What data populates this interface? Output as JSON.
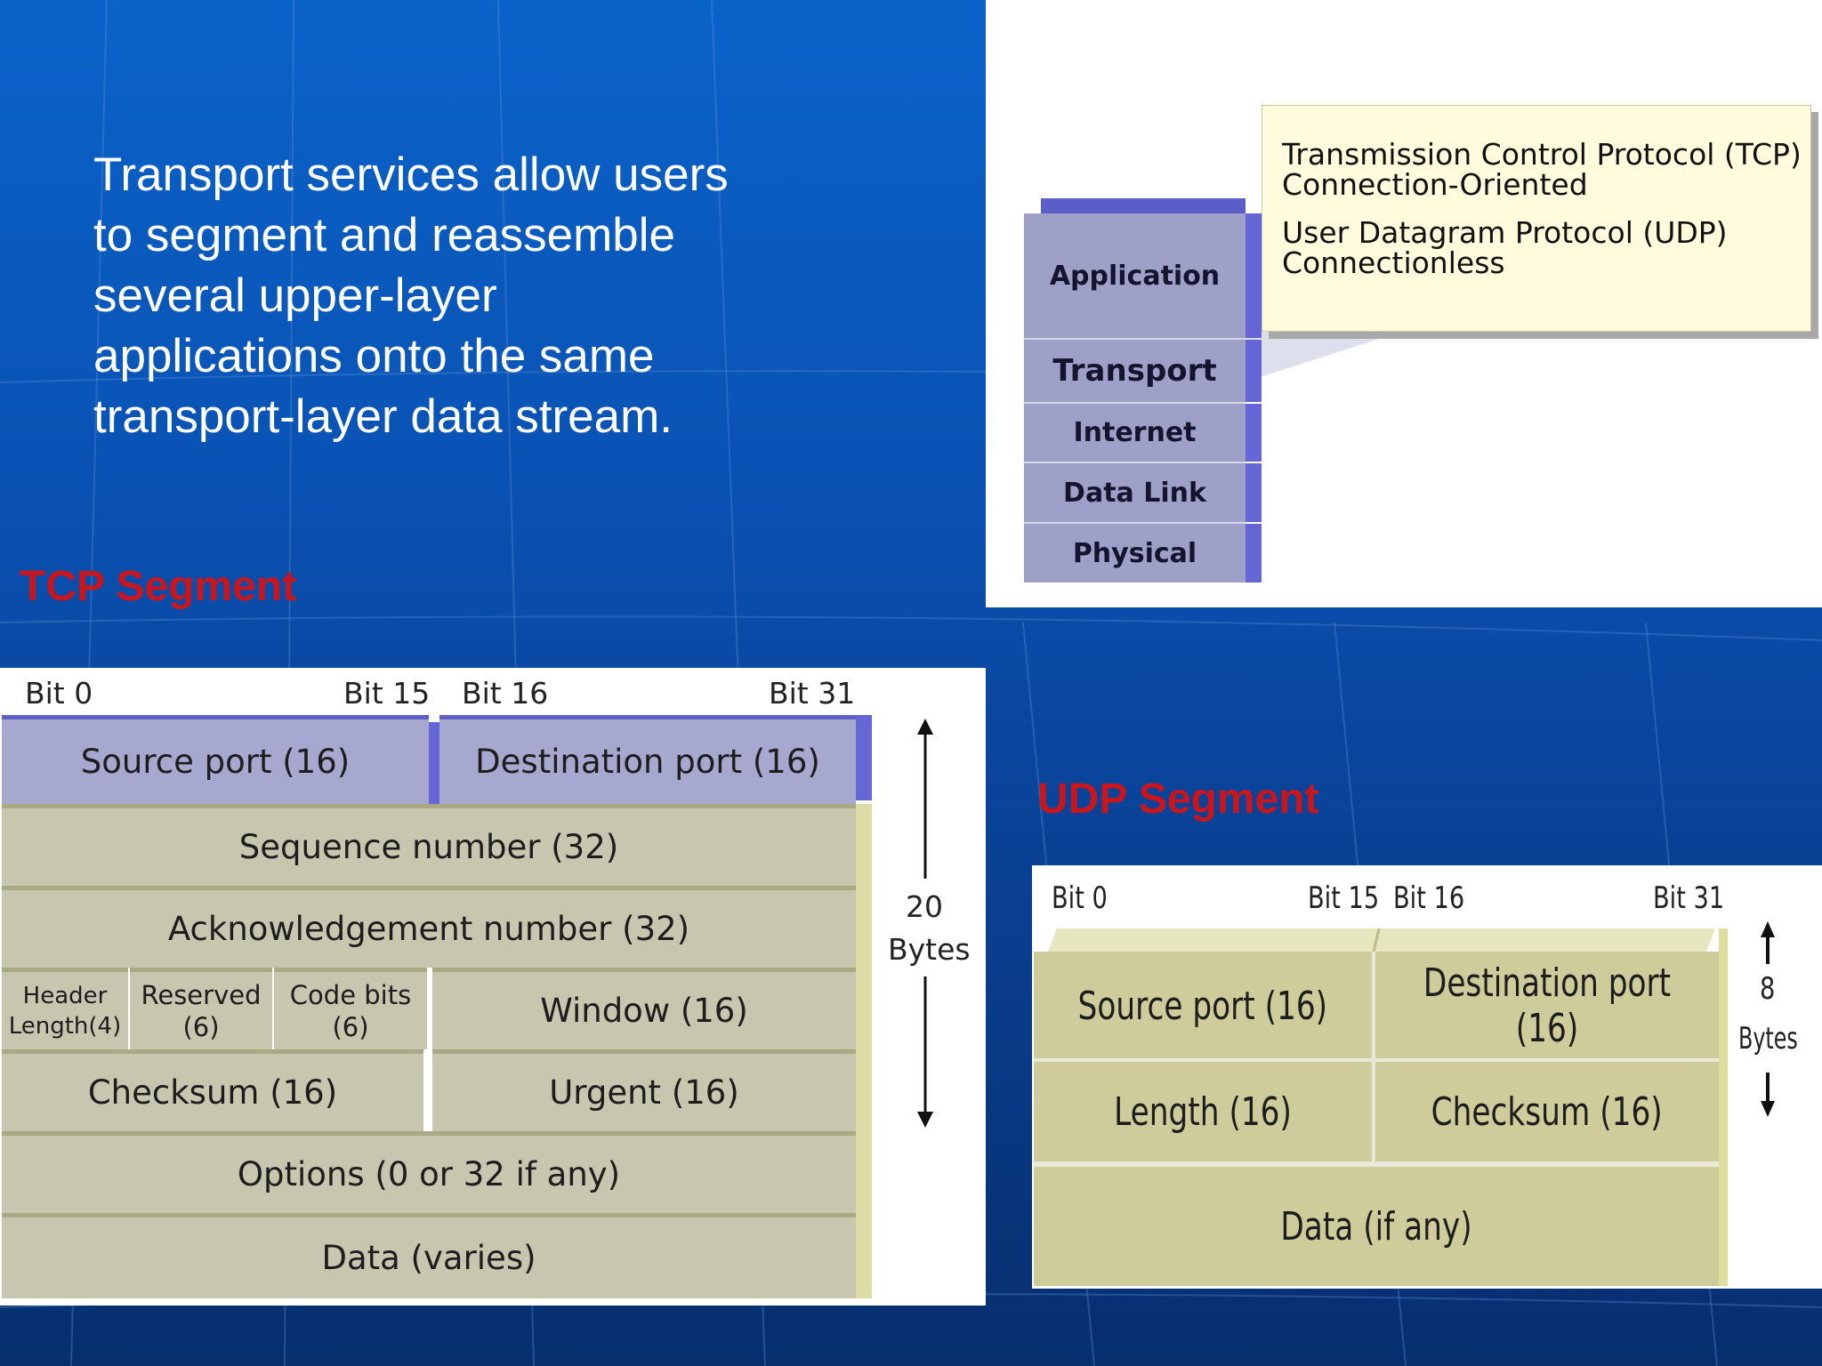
{
  "body_text": "Transport services allow users to segment and reassemble several upper-layer applications onto the same transport-layer data stream.",
  "tcp_title": "TCP Segment",
  "udp_title": "UDP Segment",
  "layers": [
    "Application",
    "Transport",
    "Internet",
    "Data Link",
    "Physical"
  ],
  "protocols": {
    "tcp_name": "Transmission Control Protocol (TCP)",
    "tcp_type": "Connection-Oriented",
    "udp_name": "User Datagram Protocol (UDP)",
    "udp_type": "Connectionless"
  },
  "tcp": {
    "bits": [
      "Bit 0",
      "Bit 15",
      "Bit 16",
      "Bit 31"
    ],
    "source_port": "Source port (16)",
    "destination_port": "Destination port (16)",
    "sequence": "Sequence number (32)",
    "acknowledgement": "Acknowledgement number (32)",
    "header_length_1": "Header",
    "header_length_2": "Length(4)",
    "reserved_1": "Reserved",
    "reserved_2": "(6)",
    "code_bits_1": "Code bits",
    "code_bits_2": "(6)",
    "window": "Window (16)",
    "checksum": "Checksum (16)",
    "urgent": "Urgent (16)",
    "options": "Options (0 or 32 if any)",
    "data": "Data (varies)",
    "size_num": "20",
    "size_unit": "Bytes"
  },
  "udp": {
    "bits": [
      "Bit 0",
      "Bit 15",
      "Bit 16",
      "Bit 31"
    ],
    "source_port": "Source port (16)",
    "destination_port": "Destination port (16)",
    "length": "Length (16)",
    "checksum": "Checksum (16)",
    "data": "Data (if any)",
    "size_num": "8",
    "size_unit": "Bytes"
  }
}
